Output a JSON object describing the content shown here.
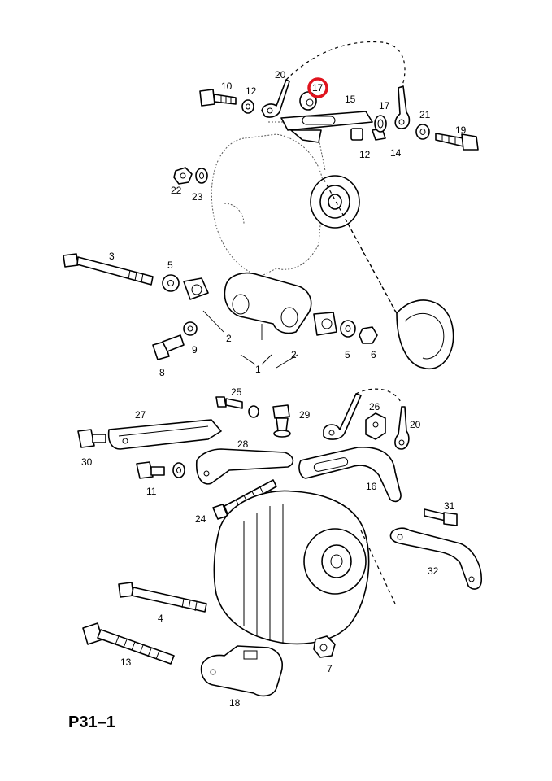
{
  "diagram": {
    "reference_code": "P31–1",
    "highlight_color": "#e0141e",
    "callouts": {
      "c10": "10",
      "c12a": "12",
      "c20a": "20",
      "c17a": "17",
      "c15": "15",
      "c17b": "17",
      "c21": "21",
      "c19": "19",
      "c12b": "12",
      "c14": "14",
      "c22": "22",
      "c23": "23",
      "c3": "3",
      "c5a": "5",
      "c2a": "2",
      "c9": "9",
      "c8": "8",
      "c1": "1",
      "c2b": "2",
      "c5b": "5",
      "c6": "6",
      "c25": "25",
      "c29": "29",
      "c26": "26",
      "c20b": "20",
      "c27": "27",
      "c30": "30",
      "c28": "28",
      "c16": "16",
      "c11": "11",
      "c24": "24",
      "c31": "31",
      "c32": "32",
      "c4": "4",
      "c13": "13",
      "c7": "7",
      "c18": "18"
    }
  }
}
